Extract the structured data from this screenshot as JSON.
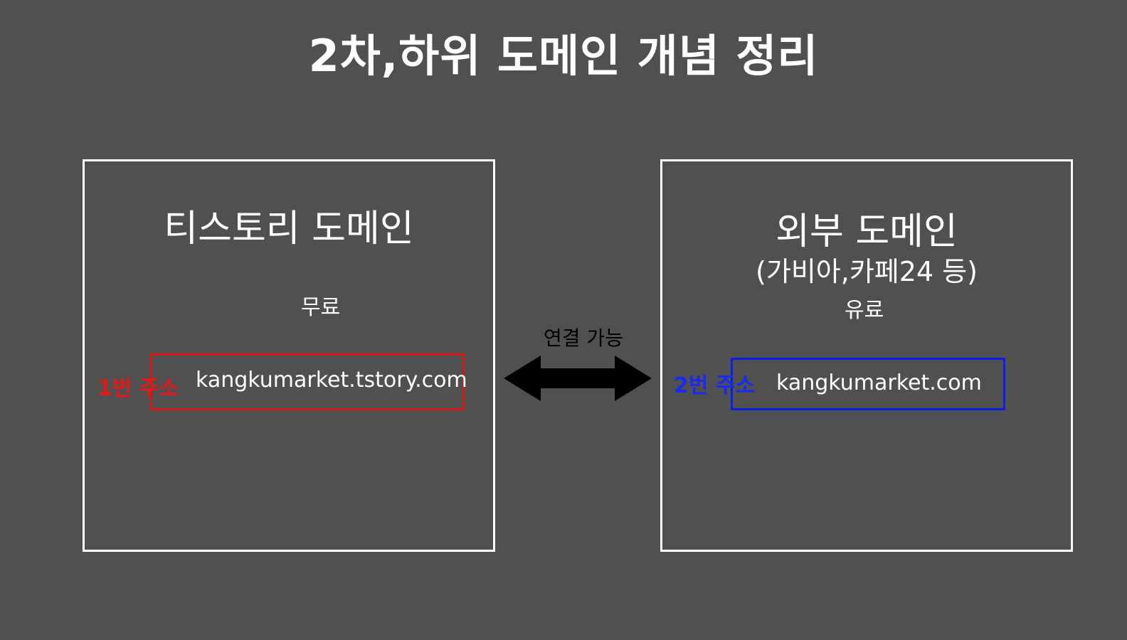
{
  "title": "2차,하위 도메인 개념 정리",
  "left_panel": {
    "heading": "티스토리 도메인",
    "price": "무료",
    "address_tag": "1번 주소",
    "address": "kangkumarket.tstory.com",
    "accent_color": "#d81414"
  },
  "right_panel": {
    "heading": "외부 도메인",
    "subheading": "(가비아,카페24 등)",
    "price": "유료",
    "address_tag": "2번 주소",
    "address": "kangkumarket.com",
    "accent_color": "#0a1ee6"
  },
  "connector": {
    "label": "연결 가능",
    "icon": "double-arrow-icon"
  },
  "colors": {
    "background": "#505050",
    "text": "#ffffff",
    "arrow": "#000000"
  }
}
